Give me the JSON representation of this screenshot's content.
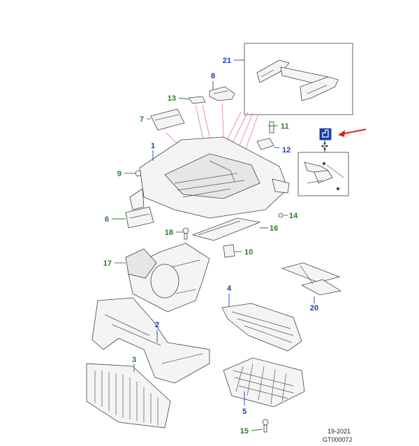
{
  "diagram": {
    "callouts": [
      {
        "id": "c1",
        "text": "1"
      },
      {
        "id": "c2",
        "text": "2"
      },
      {
        "id": "c3",
        "text": "3"
      },
      {
        "id": "c4",
        "text": "4"
      },
      {
        "id": "c5",
        "text": "5"
      },
      {
        "id": "c6",
        "text": "6"
      },
      {
        "id": "c7",
        "text": "7"
      },
      {
        "id": "c8",
        "text": "8"
      },
      {
        "id": "c9",
        "text": "9"
      },
      {
        "id": "c10",
        "text": "10"
      },
      {
        "id": "c11",
        "text": "11"
      },
      {
        "id": "c12",
        "text": "12"
      },
      {
        "id": "c13",
        "text": "13"
      },
      {
        "id": "c14",
        "text": "14"
      },
      {
        "id": "c15",
        "text": "15"
      },
      {
        "id": "c16",
        "text": "16"
      },
      {
        "id": "c17",
        "text": "17"
      },
      {
        "id": "c18",
        "text": "18"
      },
      {
        "id": "c20",
        "text": "20"
      },
      {
        "id": "c21",
        "text": "21"
      }
    ],
    "highlight_color": "#e02020",
    "footer": {
      "line1": "19-2021",
      "line2": "GT00007J"
    }
  }
}
